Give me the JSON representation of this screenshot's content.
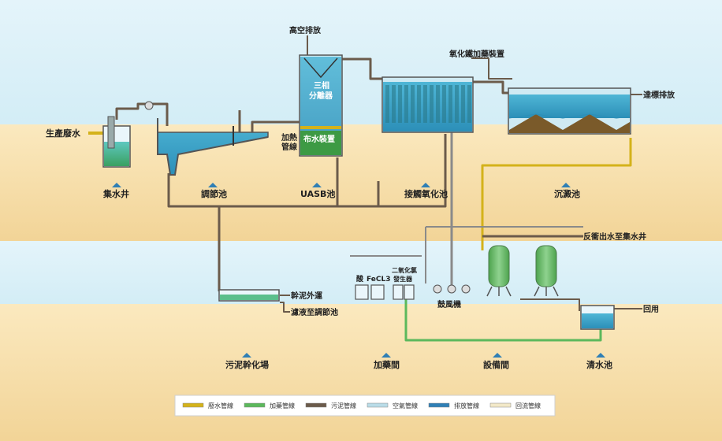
{
  "labels": {
    "vent_high": "高空排放",
    "dosing_device": "氧化鐵加藥裝置",
    "discharge": "達標排放",
    "raw_water": "生產廢水",
    "three_phase": "三相",
    "separator": "分離器",
    "heating": "加熱",
    "pipe": "管線",
    "distributor": "布水裝置",
    "backwash": "反衝出水至集水井",
    "reuse": "回用",
    "sludge_out": "幹泥外運",
    "filtrate": "濾液至調節池",
    "acid": "酸",
    "fecl3": "FeCL3",
    "clo2_1": "二氧化氯",
    "clo2_2": "發生器",
    "blower": "鼓風機"
  },
  "units": {
    "collect": "集水井",
    "regulate": "調節池",
    "uasb": "UASB池",
    "contact": "接觸氧化池",
    "settle": "沉澱池",
    "sludge": "污泥幹化場",
    "dosing": "加藥間",
    "equipment": "設備間",
    "clean": "清水池"
  },
  "legend": [
    {
      "label": "廢水管線",
      "color": "#d4b21a"
    },
    {
      "label": "加藥管線",
      "color": "#5cb85c"
    },
    {
      "label": "污泥管線",
      "color": "#6b5b4b"
    },
    {
      "label": "空氣管線",
      "color": "#b9dce8"
    },
    {
      "label": "排放管線",
      "color": "#2f7fb5"
    },
    {
      "label": "回流管線",
      "color": "#f3e9c8"
    }
  ]
}
